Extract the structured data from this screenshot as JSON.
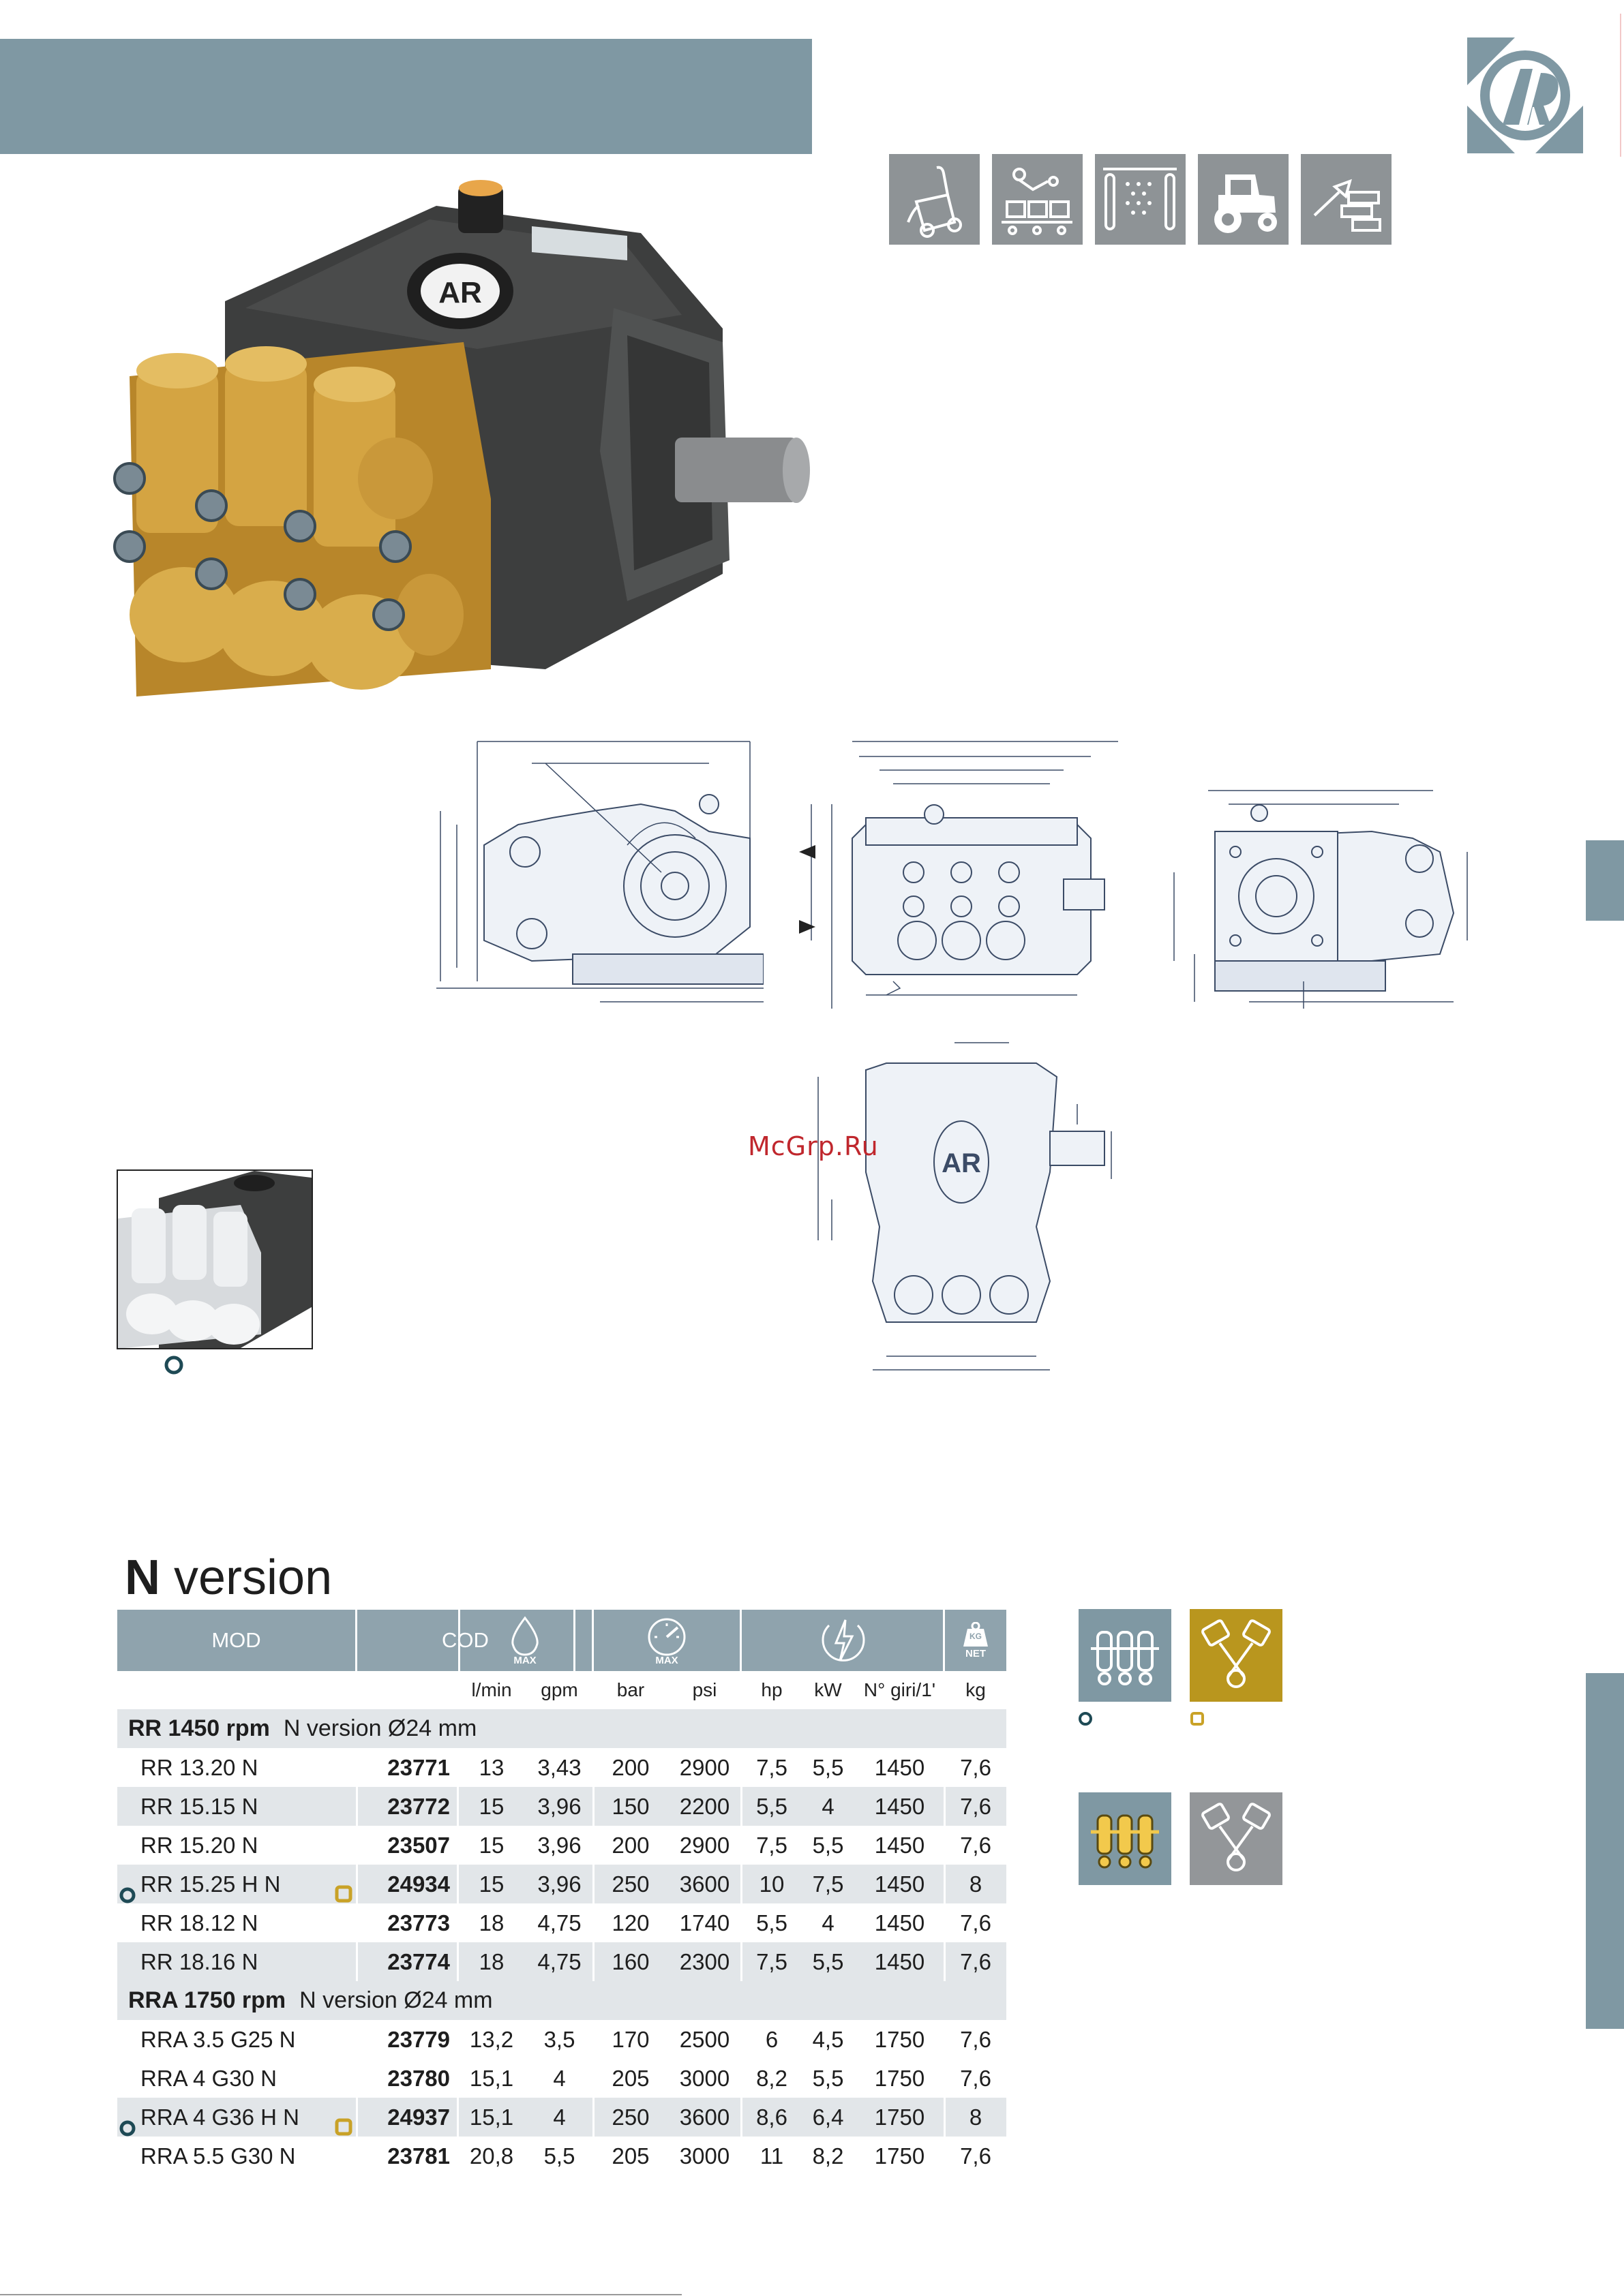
{
  "header": {
    "brand": "AR"
  },
  "application_icons": [
    "pressure-washer-icon",
    "industrial-robot-icon",
    "spray-cleaning-icon",
    "tractor-icon",
    "construction-trowel-icon"
  ],
  "watermark": "McGrp.Ru",
  "section_title": {
    "bold": "N",
    "rest": " version"
  },
  "table": {
    "headers": {
      "mod": "MOD",
      "cod": "COD",
      "flow_badge": "MAX",
      "pressure_badge": "MAX",
      "weight_badge_top": "KG",
      "weight_badge_bottom": "NET"
    },
    "units": [
      "l/min",
      "gpm",
      "bar",
      "psi",
      "hp",
      "kW",
      "N° giri/1'",
      "kg"
    ],
    "groups": [
      {
        "name": "RR 1450 rpm",
        "desc": "N version Ø24 mm",
        "rows": [
          {
            "model": "RR 13.20 N",
            "code": "23771",
            "lmin": "13",
            "gpm": "3,43",
            "bar": "200",
            "psi": "2900",
            "hp": "7,5",
            "kw": "5,5",
            "rpm": "1450",
            "kg": "7,6",
            "alt": false,
            "dot": false,
            "square": false
          },
          {
            "model": "RR 15.15 N",
            "code": "23772",
            "lmin": "15",
            "gpm": "3,96",
            "bar": "150",
            "psi": "2200",
            "hp": "5,5",
            "kw": "4",
            "rpm": "1450",
            "kg": "7,6",
            "alt": true,
            "dot": false,
            "square": false
          },
          {
            "model": "RR 15.20 N",
            "code": "23507",
            "lmin": "15",
            "gpm": "3,96",
            "bar": "200",
            "psi": "2900",
            "hp": "7,5",
            "kw": "5,5",
            "rpm": "1450",
            "kg": "7,6",
            "alt": false,
            "dot": false,
            "square": false
          },
          {
            "model": "RR 15.25 H N",
            "code": "24934",
            "lmin": "15",
            "gpm": "3,96",
            "bar": "250",
            "psi": "3600",
            "hp": "10",
            "kw": "7,5",
            "rpm": "1450",
            "kg": "8",
            "alt": true,
            "dot": true,
            "square": true
          },
          {
            "model": "RR 18.12 N",
            "code": "23773",
            "lmin": "18",
            "gpm": "4,75",
            "bar": "120",
            "psi": "1740",
            "hp": "5,5",
            "kw": "4",
            "rpm": "1450",
            "kg": "7,6",
            "alt": false,
            "dot": false,
            "square": false
          },
          {
            "model": "RR 18.16 N",
            "code": "23774",
            "lmin": "18",
            "gpm": "4,75",
            "bar": "160",
            "psi": "2300",
            "hp": "7,5",
            "kw": "5,5",
            "rpm": "1450",
            "kg": "7,6",
            "alt": true,
            "dot": false,
            "square": false
          }
        ]
      },
      {
        "name": "RRA 1750 rpm",
        "desc": "N version Ø24 mm",
        "rows": [
          {
            "model": "RRA 3.5 G25 N",
            "code": "23779",
            "lmin": "13,2",
            "gpm": "3,5",
            "bar": "170",
            "psi": "2500",
            "hp": "6",
            "kw": "4,5",
            "rpm": "1750",
            "kg": "7,6",
            "alt": false,
            "dot": false,
            "square": false
          },
          {
            "model": "RRA 4 G30 N",
            "code": "23780",
            "lmin": "15,1",
            "gpm": "4",
            "bar": "205",
            "psi": "3000",
            "hp": "8,2",
            "kw": "5,5",
            "rpm": "1750",
            "kg": "7,6",
            "alt": false,
            "dot": false,
            "square": false
          },
          {
            "model": "RRA 4 G36 H N",
            "code": "24937",
            "lmin": "15,1",
            "gpm": "4",
            "bar": "250",
            "psi": "3600",
            "hp": "8,6",
            "kw": "6,4",
            "rpm": "1750",
            "kg": "8",
            "alt": true,
            "dot": true,
            "square": true
          },
          {
            "model": "RRA 5.5 G30 N",
            "code": "23781",
            "lmin": "20,8",
            "gpm": "5,5",
            "bar": "205",
            "psi": "3000",
            "hp": "11",
            "kw": "8,2",
            "rpm": "1750",
            "kg": "7,6",
            "alt": false,
            "dot": false,
            "square": false
          }
        ]
      }
    ]
  },
  "material_icons": [
    {
      "name": "manifold-nickel-plated-icon",
      "color": "#7f98a3"
    },
    {
      "name": "pistons-brass-icon",
      "color": "#b9961e"
    },
    {
      "name": "manifold-brass-icon",
      "color": "#7f98a3"
    },
    {
      "name": "pistons-standard-icon",
      "color": "#939699"
    }
  ],
  "colors": {
    "header": "#7f98a3",
    "accent_gold": "#c9a227",
    "dot_teal": "#1e4a55",
    "row_alt": "#e2e6e9"
  }
}
